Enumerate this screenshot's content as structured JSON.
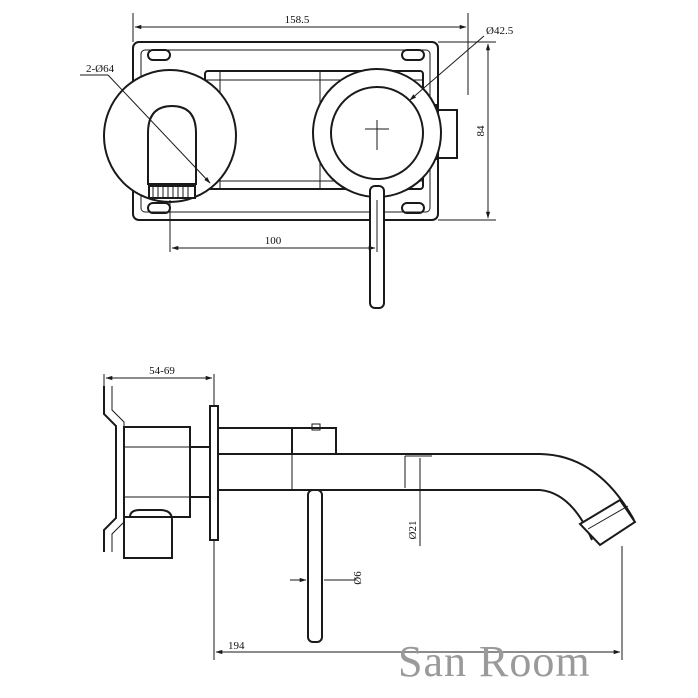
{
  "front_view": {
    "dims": {
      "total_width": "158.5",
      "handle_diameter": "Ø42.5",
      "rosette_diameter": "2-Ø64",
      "height": "84",
      "center_distance": "100"
    }
  },
  "side_view": {
    "dims": {
      "wall_depth": "54-69",
      "spout_diameter": "Ø21",
      "lever_diameter": "Ø6",
      "projection": "194"
    }
  },
  "watermark": "San Room"
}
